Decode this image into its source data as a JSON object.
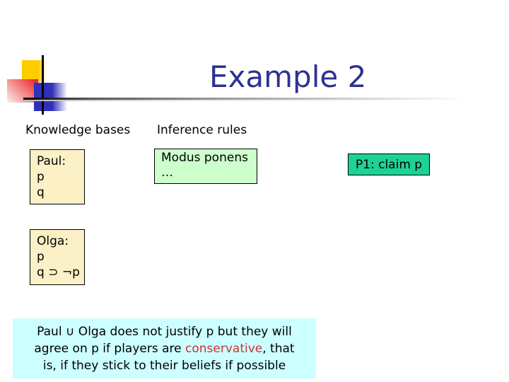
{
  "slide": {
    "title": "Example 2",
    "labels": {
      "knowledge_bases": "Knowledge bases",
      "inference_rules": "Inference rules"
    },
    "boxes": {
      "paul": {
        "lines": [
          "Paul:",
          "p",
          "q"
        ]
      },
      "modus": {
        "lines": [
          "Modus ponens",
          "…"
        ]
      },
      "p1": {
        "label": "P1: claim p"
      },
      "olga": {
        "lines": [
          "Olga:",
          "p",
          "q ⊃ ¬p"
        ]
      }
    },
    "note": {
      "line1": "Paul ∪ Olga does not justify p but they will",
      "line2_pre": "agree on p if players are ",
      "line2_highlight": "conservative",
      "line2_post": ", that",
      "line3": "is, if they stick to their beliefs if possible"
    },
    "colors": {
      "title_navy": "#2E3192",
      "kb_cream": "#FBF0C6",
      "rules_green": "#CCFFCC",
      "claim_teal": "#1ED296",
      "note_cyan": "#CCFFFF",
      "highlight_red": "#CC3333",
      "logo_yellow": "#FFCC00",
      "logo_red": "#E81E1E",
      "logo_blue": "#3230B8"
    }
  }
}
